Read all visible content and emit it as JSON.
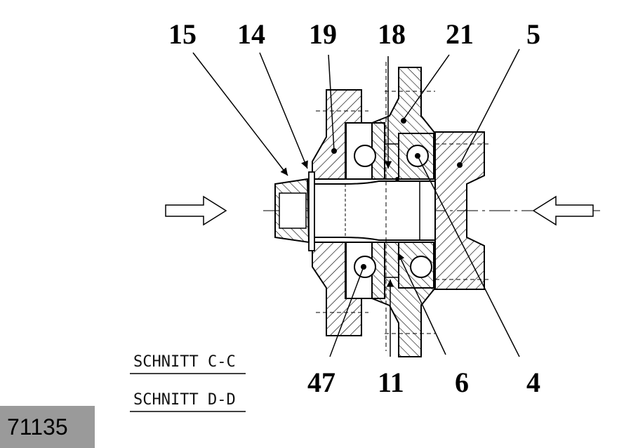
{
  "labels": {
    "l15": "15",
    "l14": "14",
    "l19": "19",
    "l18": "18",
    "l21": "21",
    "l5": "5",
    "l47": "47",
    "l11": "11",
    "l6": "6",
    "l4": "4"
  },
  "sections": {
    "cc": "SCHNITT C-C",
    "dd": "SCHNITT D-D"
  },
  "badge": "71135"
}
